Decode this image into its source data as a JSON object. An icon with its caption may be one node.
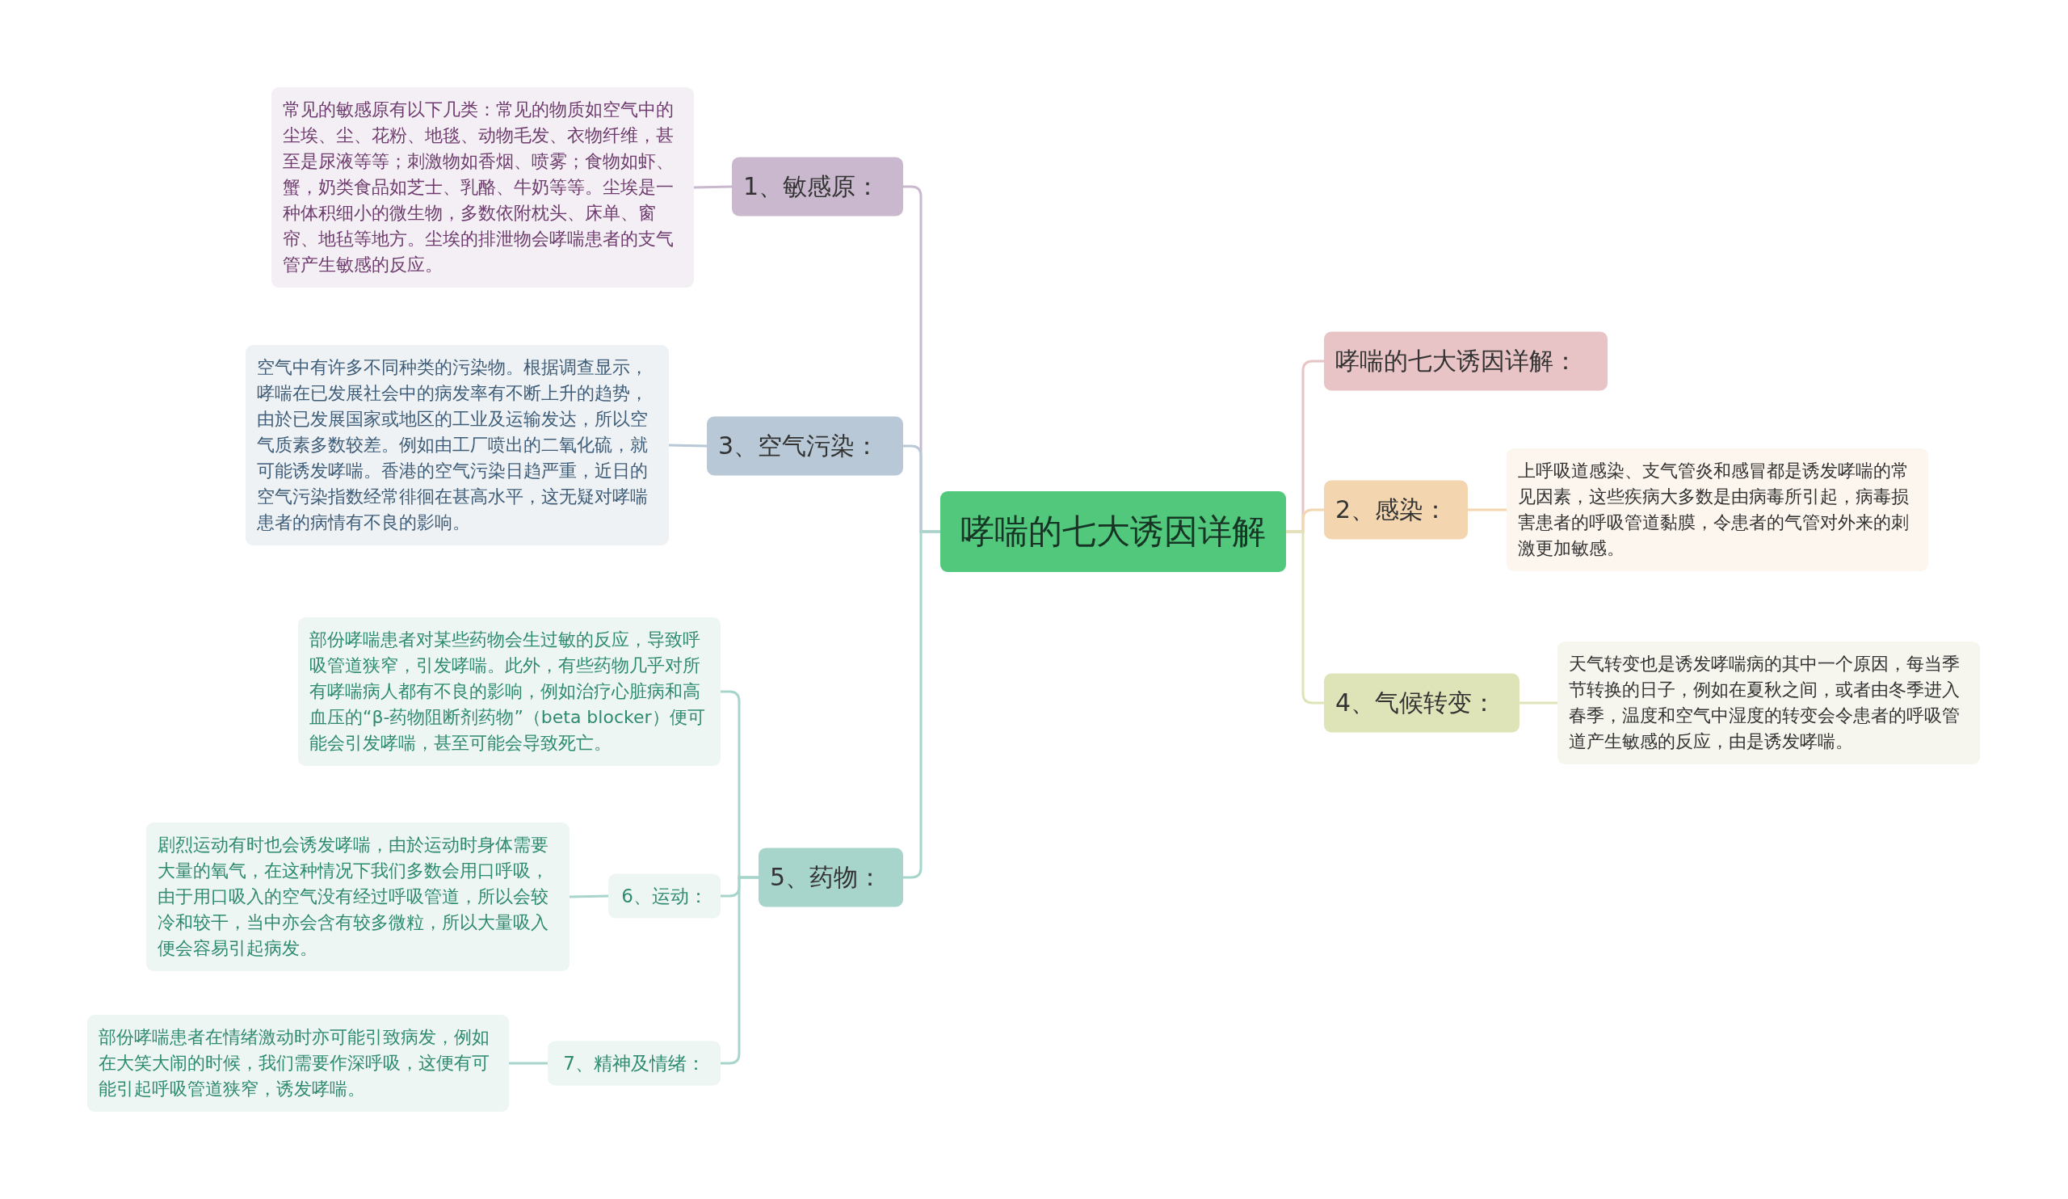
{
  "diagram": {
    "nodes": [
      {
        "text": [
          "哮喘的七大诱因详解"
        ]
      },
      {
        "text": [
          "1、敏感原："
        ]
      },
      {
        "text": [
          "常见的敏感原有以下几类：常见的物质如空气中的尘埃、尘、花粉、地毯、动物毛发、衣物纤维，甚至是尿液等等；刺激物如香烟、喷雾；食物如虾、蟹，奶类食品如芝士、乳酪、牛奶等等。尘埃是一种体积细小的微生物，多数依附枕头、床单、窗帘、地毡等地方。尘埃的排泄物会哮喘患者的支气管产生敏感的反应。"
        ]
      },
      {
        "text": [
          "3、空气污染："
        ]
      },
      {
        "text": [
          "空气中有许多不同种类的污染物。根据调查显示，哮喘在已发展社会中的病发率有不断上升的趋势，由於已发展国家或地区的工业及运输发达，所以空气质素多数较差。例如由工厂喷出的二氧化硫，就可能诱发哮喘。香港的空气污染日趋严重，近日的空气污染指数经常徘徊在甚高水平，这无疑对哮喘患者的病情有不良的影响。"
        ]
      },
      {
        "text": [
          "5、药物："
        ]
      },
      {
        "text": [
          "部份哮喘患者对某些药物会生过敏的反应，导致呼吸管道狭窄，引发哮喘。此外，有些药物几乎对所有哮喘病人都有不良的影响，例如治疗心脏病和高血压的“β-药物阻断剂药物”（beta blocker）便可能会引发哮喘，甚至可能会导致死亡。"
        ]
      },
      {
        "text": [
          "6、运动："
        ]
      },
      {
        "text": [
          "剧烈运动有时也会诱发哮喘，由於运动时身体需要大量的氧气，在这种情况下我们多数会用口呼吸，由于用口吸入的空气没有经过呼吸管道，所以会较冷和较干，当中亦会含有较多微粒，所以大量吸入便会容易引起病发。"
        ]
      },
      {
        "text": [
          "7、精神及情绪："
        ]
      },
      {
        "text": [
          "部份哮喘患者在情绪激动时亦可能引致病发，例如在大笑大闹的时候，我们需要作深呼吸，这便有可能引起呼吸管道狭窄，诱发哮喘。"
        ]
      },
      {
        "text": [
          "哮喘的七大诱因详解："
        ]
      },
      {
        "text": [
          "2、感染："
        ]
      },
      {
        "text": [
          "上呼吸道感染、支气管炎和感冒都是诱发哮喘的常见因素，这些疾病大多数是由病毒所引起，病毒损害患者的呼吸管道黏膜，令患者的气管对外来的刺激更加敏感。"
        ]
      },
      {
        "text": [
          "4、气候转变："
        ]
      },
      {
        "text": [
          "天气转变也是诱发哮喘病的其中一个原因，每当季节转换的日子，例如在夏秋之间，或者由冬季进入春季，温度和空气中湿度的转变会令患者的呼吸管道产生敏感的反应，由是诱发哮喘。"
        ]
      }
    ],
    "edges": [
      {
        "from": 0,
        "to": 1,
        "arrow": "none",
        "color": "#c9b8ce"
      },
      {
        "from": 1,
        "to": 2,
        "arrow": "none",
        "color": "#c9b8ce"
      },
      {
        "from": 0,
        "to": 3,
        "arrow": "none",
        "color": "#b8c8d6"
      },
      {
        "from": 3,
        "to": 4,
        "arrow": "none",
        "color": "#b8c8d6"
      },
      {
        "from": 0,
        "to": 5,
        "arrow": "none",
        "color": "#a8d5cb"
      },
      {
        "from": 5,
        "to": 6,
        "arrow": "none",
        "color": "#a8d5cb"
      },
      {
        "from": 5,
        "to": 7,
        "arrow": "none",
        "color": "#a8d5cb"
      },
      {
        "from": 7,
        "to": 8,
        "arrow": "none",
        "color": "#a8d5cb"
      },
      {
        "from": 5,
        "to": 9,
        "arrow": "none",
        "color": "#a8d5cb"
      },
      {
        "from": 9,
        "to": 10,
        "arrow": "none",
        "color": "#a8d5cb"
      },
      {
        "from": 0,
        "to": 11,
        "arrow": "none",
        "color": "#e8c4c6"
      },
      {
        "from": 0,
        "to": 12,
        "arrow": "none",
        "color": "#f3d6b0"
      },
      {
        "from": 12,
        "to": 13,
        "arrow": "none",
        "color": "#f3d6b0"
      },
      {
        "from": 0,
        "to": 14,
        "arrow": "none",
        "color": "#dfe3b8"
      },
      {
        "from": 14,
        "to": 15,
        "arrow": "none",
        "color": "#dfe3b8"
      }
    ]
  }
}
